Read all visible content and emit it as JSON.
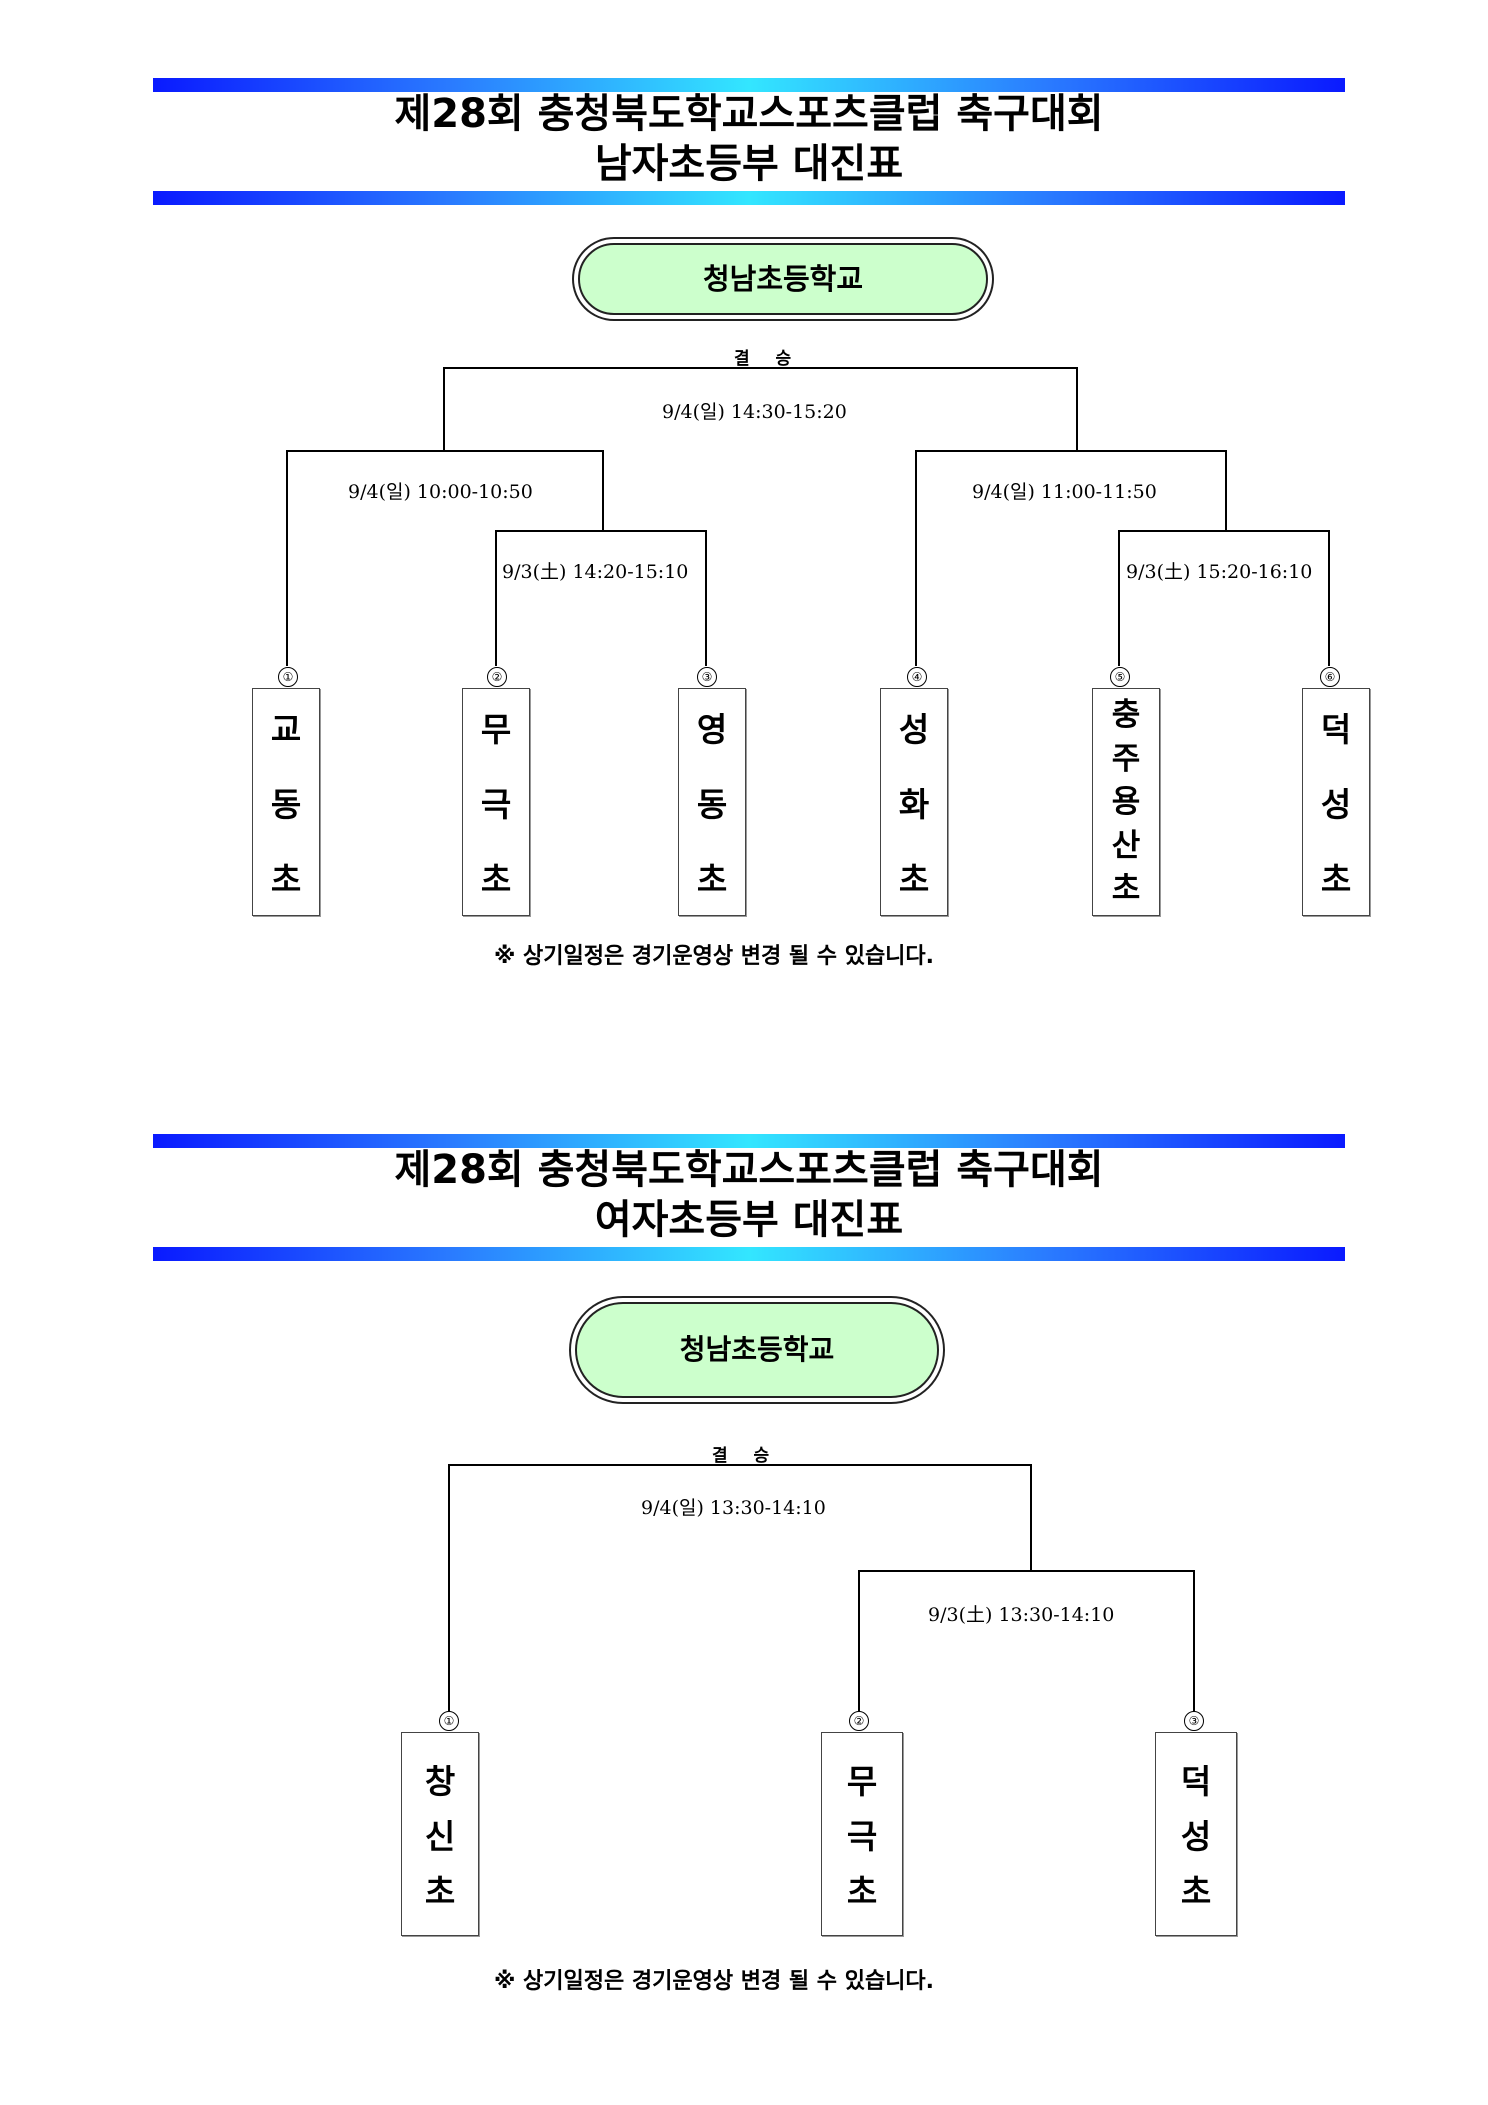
{
  "sections": [
    {
      "title_line1": "제28회  충청북도학교스포츠클럽  축구대회",
      "title_line2": "남자초등부  대진표",
      "venue": "청남초등학교",
      "final_label": "결 승",
      "times": {
        "final": "9/4(일)  14:30-15:20",
        "left_semi": "9/4(일)  10:00-10:50",
        "left_first": "9/3(土)  14:20-15:10",
        "right_semi": "9/4(일)  11:00-11:50",
        "right_first": "9/3(土)  15:20-16:10"
      },
      "teams": [
        {
          "num": "①",
          "name": [
            "교",
            "동",
            "초"
          ]
        },
        {
          "num": "②",
          "name": [
            "무",
            "극",
            "초"
          ]
        },
        {
          "num": "③",
          "name": [
            "영",
            "동",
            "초"
          ]
        },
        {
          "num": "④",
          "name": [
            "성",
            "화",
            "초"
          ]
        },
        {
          "num": "⑤",
          "name": [
            "충",
            "주",
            "용",
            "산",
            "초"
          ]
        },
        {
          "num": "⑥",
          "name": [
            "덕",
            "성",
            "초"
          ]
        }
      ],
      "note": "※  상기일정은  경기운영상  변경  될  수  있습니다."
    },
    {
      "title_line1": "제28회  충청북도학교스포츠클럽  축구대회",
      "title_line2": "여자초등부  대진표",
      "venue": "청남초등학교",
      "final_label": "결 승",
      "times": {
        "final": "9/4(일)  13:30-14:10",
        "first": "9/3(土)  13:30-14:10"
      },
      "teams": [
        {
          "num": "①",
          "name": [
            "창",
            "신",
            "초"
          ]
        },
        {
          "num": "②",
          "name": [
            "무",
            "극",
            "초"
          ]
        },
        {
          "num": "③",
          "name": [
            "덕",
            "성",
            "초"
          ]
        }
      ],
      "note": "※  상기일정은  경기운영상  변경  될  수  있습니다."
    }
  ],
  "colors": {
    "bar_dark": "#0a1aff",
    "bar_light": "#33e6ff",
    "venue_fill": "#ccffcc"
  }
}
